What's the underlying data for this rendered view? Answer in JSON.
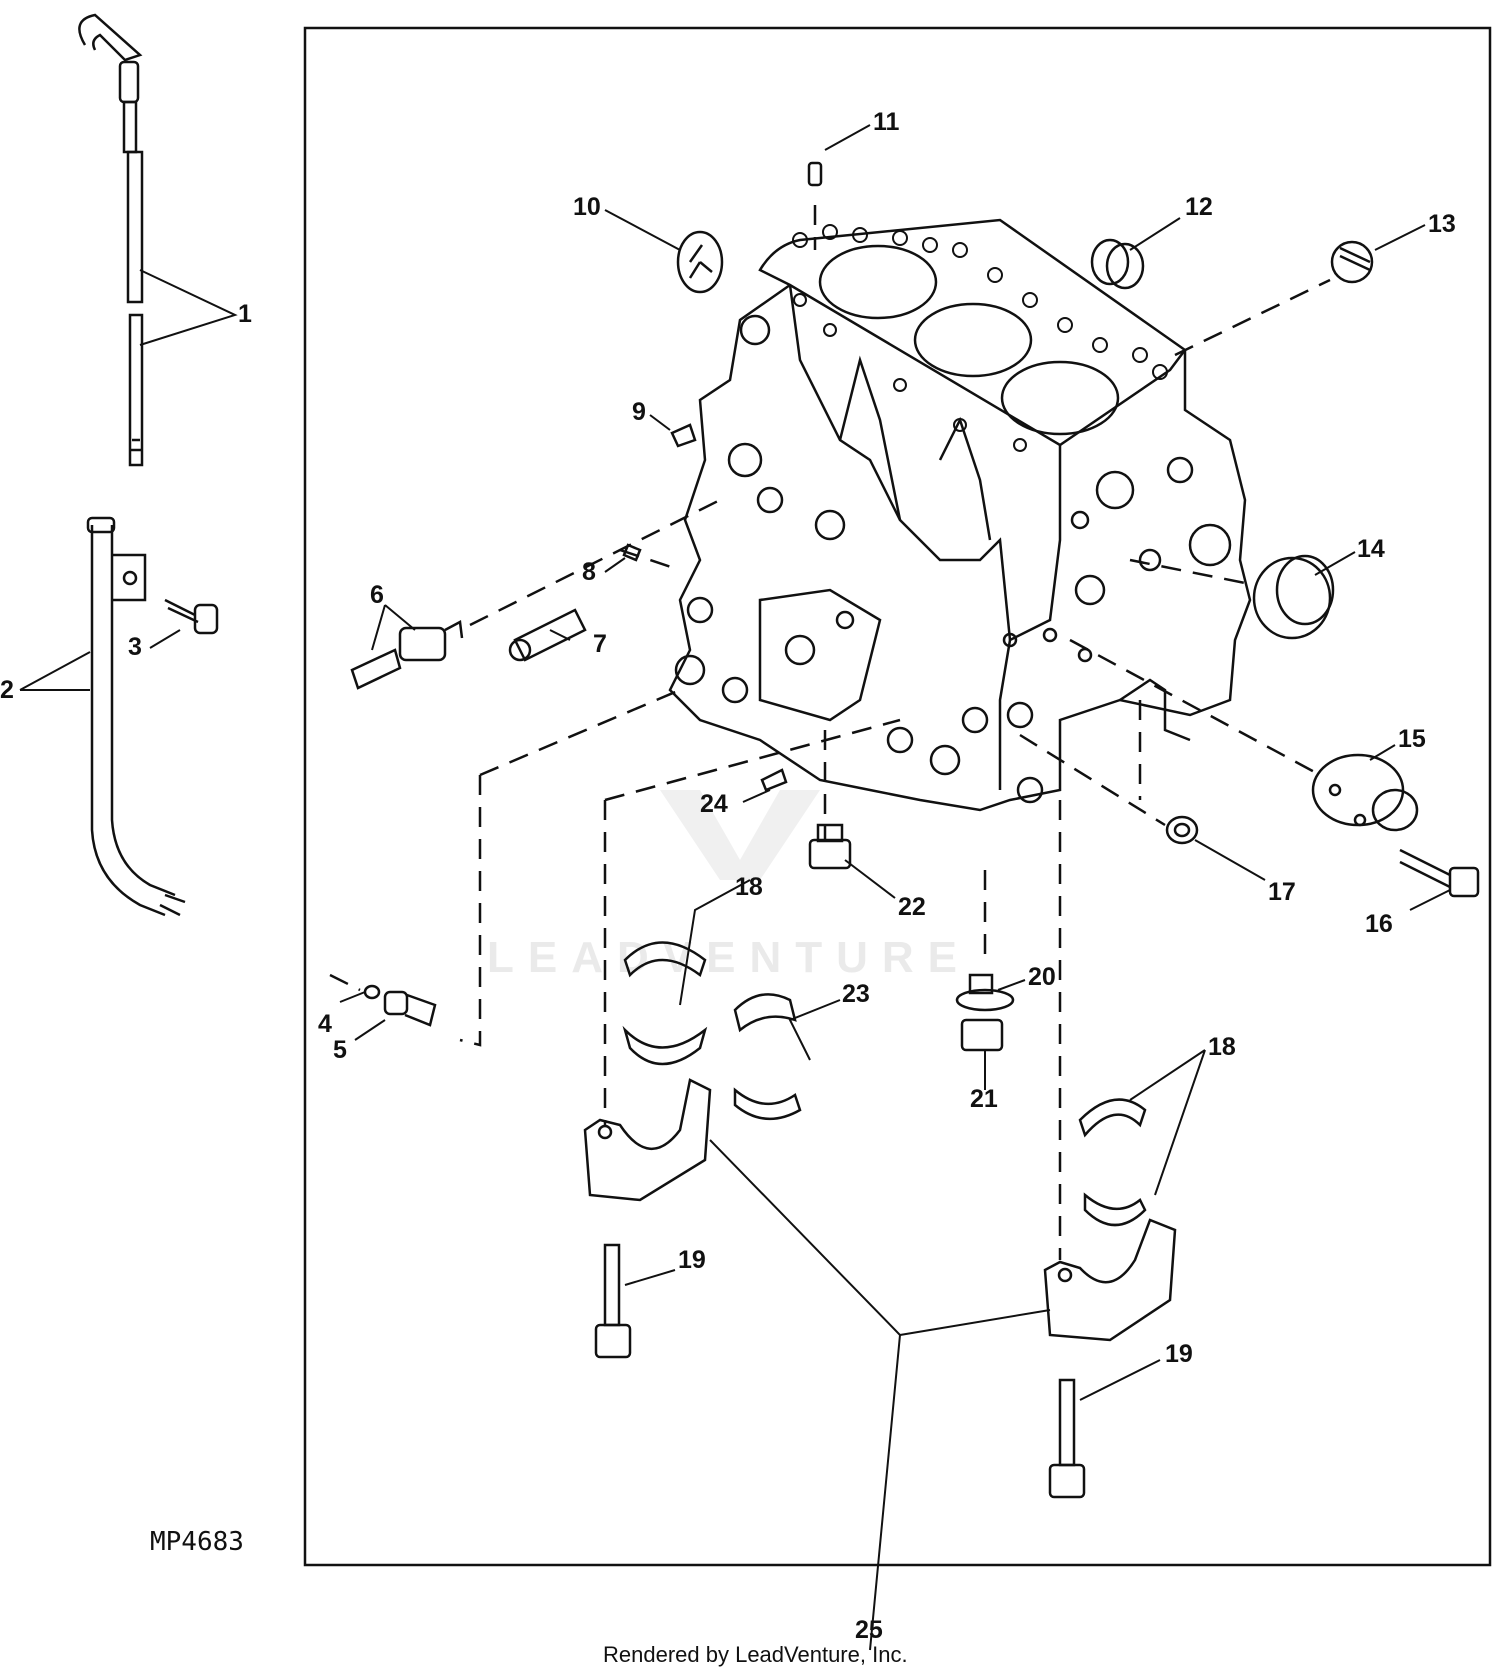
{
  "diagram": {
    "callouts": [
      "1",
      "2",
      "3",
      "4",
      "5",
      "6",
      "7",
      "8",
      "9",
      "10",
      "11",
      "12",
      "13",
      "14",
      "15",
      "16",
      "17",
      "18",
      "19",
      "20",
      "21",
      "22",
      "23",
      "24",
      "25"
    ],
    "reference_code": "MP4683",
    "watermark": "LEADVENTURE",
    "footer": "Rendered by LeadVenture, Inc."
  }
}
